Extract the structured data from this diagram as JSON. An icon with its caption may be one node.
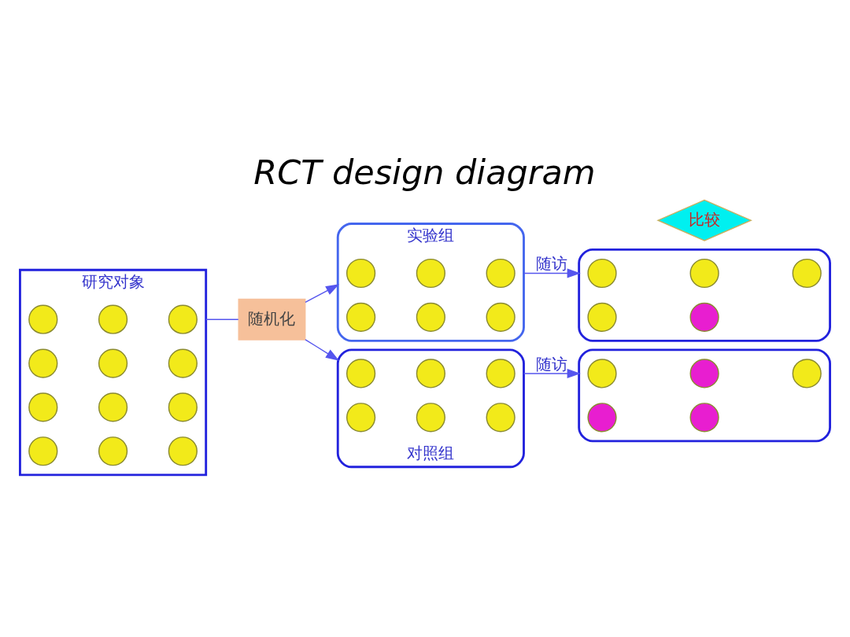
{
  "diagram": {
    "title": "RCT design diagram",
    "nodes": [
      {
        "text": [
          "研究对象"
        ]
      },
      {
        "text": [],
        "shape": "circle",
        "in": 0
      },
      {
        "text": [],
        "shape": "circle",
        "in": 0
      },
      {
        "text": [],
        "shape": "circle",
        "in": 0
      },
      {
        "text": [],
        "shape": "circle",
        "in": 0
      },
      {
        "text": [],
        "shape": "circle",
        "in": 0
      },
      {
        "text": [],
        "shape": "circle",
        "in": 0
      },
      {
        "text": [],
        "shape": "circle",
        "in": 0
      },
      {
        "text": [],
        "shape": "circle",
        "in": 0
      },
      {
        "text": [],
        "shape": "circle",
        "in": 0
      },
      {
        "text": [],
        "shape": "circle",
        "in": 0
      },
      {
        "text": [],
        "shape": "circle",
        "in": 0
      },
      {
        "text": [],
        "shape": "circle",
        "in": 0
      },
      {
        "text": [
          "随机化"
        ]
      },
      {
        "text": [
          "实验组"
        ]
      },
      {
        "text": [],
        "shape": "circle",
        "in": 14
      },
      {
        "text": [],
        "shape": "circle",
        "in": 14
      },
      {
        "text": [],
        "shape": "circle",
        "in": 14
      },
      {
        "text": [],
        "shape": "circle",
        "in": 14
      },
      {
        "text": [],
        "shape": "circle",
        "in": 14
      },
      {
        "text": [],
        "shape": "circle",
        "in": 14
      },
      {
        "text": [],
        "shape": "box"
      },
      {
        "text": [],
        "shape": "circle",
        "in": 21
      },
      {
        "text": [],
        "shape": "circle",
        "in": 21
      },
      {
        "text": [],
        "shape": "circle",
        "in": 21
      },
      {
        "text": [],
        "shape": "circle",
        "in": 21
      },
      {
        "text": [],
        "shape": "circle",
        "in": 21
      },
      {
        "text": [
          "比较"
        ]
      },
      {
        "text": [
          "对照组"
        ]
      },
      {
        "text": [],
        "shape": "circle",
        "in": 28
      },
      {
        "text": [],
        "shape": "circle",
        "in": 28
      },
      {
        "text": [],
        "shape": "circle",
        "in": 28
      },
      {
        "text": [],
        "shape": "circle",
        "in": 28
      },
      {
        "text": [],
        "shape": "circle",
        "in": 28
      },
      {
        "text": [],
        "shape": "circle",
        "in": 28
      },
      {
        "text": [],
        "shape": "box"
      },
      {
        "text": [],
        "shape": "circle",
        "in": 35
      },
      {
        "text": [],
        "shape": "circle",
        "in": 35
      },
      {
        "text": [],
        "shape": "circle",
        "in": 35
      },
      {
        "text": [],
        "shape": "circle",
        "in": 35
      },
      {
        "text": [],
        "shape": "circle",
        "in": 35
      }
    ],
    "edges": [
      {
        "from": 0,
        "to": 13,
        "arrow": "none"
      },
      {
        "from": 13,
        "to": 14,
        "arrow": "to"
      },
      {
        "from": 13,
        "to": 28,
        "arrow": "to"
      },
      {
        "from": 14,
        "to": 21,
        "arrow": "to",
        "label": "随访"
      },
      {
        "from": 28,
        "to": 35,
        "arrow": "to",
        "label": "随访"
      }
    ]
  }
}
